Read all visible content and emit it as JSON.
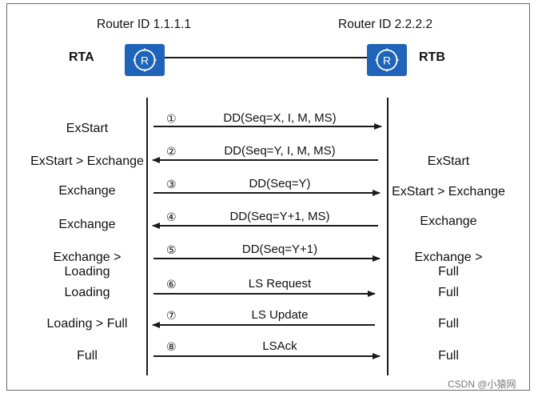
{
  "rta": {
    "router_id": "Router ID 1.1.1.1",
    "name": "RTA"
  },
  "rtb": {
    "router_id": "Router ID 2.2.2.2",
    "name": "RTB"
  },
  "icon_label": "R",
  "messages": [
    {
      "num": "①",
      "label": "DD(Seq=X, I, M, MS)",
      "direction": "rta-to-rtb"
    },
    {
      "num": "②",
      "label": "DD(Seq=Y, I, M, MS)",
      "direction": "rtb-to-rta"
    },
    {
      "num": "③",
      "label": "DD(Seq=Y)",
      "direction": "rta-to-rtb"
    },
    {
      "num": "④",
      "label": "DD(Seq=Y+1, MS)",
      "direction": "rtb-to-rta"
    },
    {
      "num": "⑤",
      "label": "DD(Seq=Y+1)",
      "direction": "rta-to-rtb"
    },
    {
      "num": "⑥",
      "label": "LS Request",
      "direction": "rta-to-rtb"
    },
    {
      "num": "⑦",
      "label": "LS Update",
      "direction": "rtb-to-rta"
    },
    {
      "num": "⑧",
      "label": "LSAck",
      "direction": "rta-to-rtb"
    }
  ],
  "rta_states": [
    "ExStart",
    "ExStart > Exchange",
    "Exchange",
    "Exchange",
    "Exchange >",
    "Loading",
    "Loading",
    "Loading > Full",
    "Full"
  ],
  "rtb_states": [
    "ExStart",
    "ExStart > Exchange",
    "Exchange",
    "Exchange >",
    "Full",
    "Full",
    "Full",
    "Full"
  ],
  "watermark": "CSDN @小猿网",
  "colors": {
    "router_blue": "#1f64b8",
    "line": "#1a1a1a"
  }
}
